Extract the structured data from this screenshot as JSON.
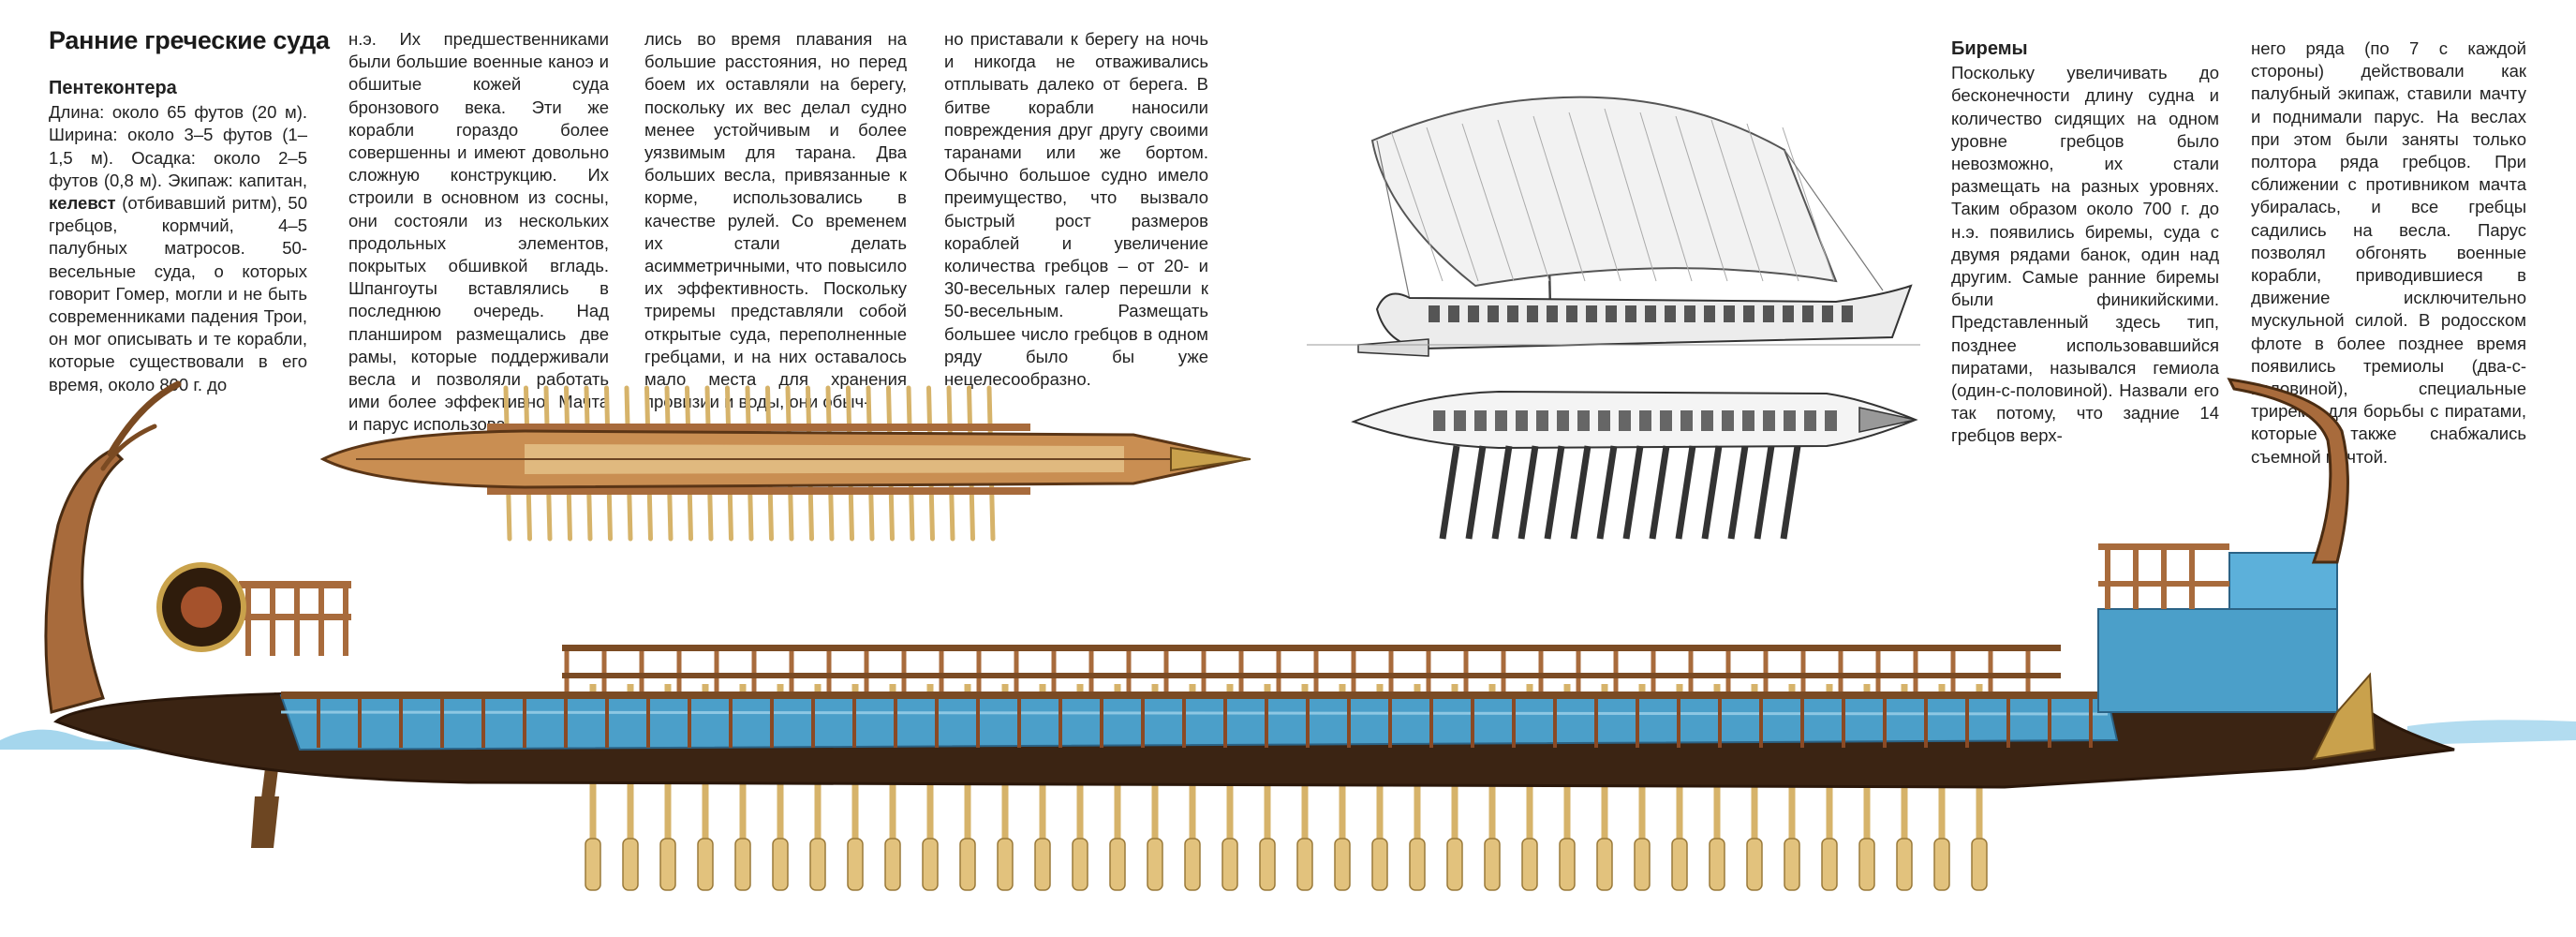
{
  "page": {
    "title": "Ранние греческие суда"
  },
  "columns": {
    "c1": {
      "heading": "Пентеконтера",
      "p1": "Длина: около 65 футов (20 м). Ширина: около 3–5 футов (1–1,5 м). Осадка: около 2–5 футов (0,8 м). Экипаж: капитан, ",
      "bold": "келевст",
      "p2": " (отбивавший ритм), 50 гребцов, кормчий, 4–5 палубных матросов. 50-весельные суда, о которых говорит Гомер, могли и не быть современниками падения Трои, он мог описывать и те корабли, которые существовали в его время, около 800 г. до"
    },
    "c2": {
      "text": "н.э. Их предшественниками были большие военные каноэ и обшитые кожей суда бронзового века. Эти же корабли гораздо более совершенны и имеют довольно сложную конструкцию. Их строили в основном из сосны, они состояли из нескольких продольных элементов, покрытых обшивкой вгладь. Шпангоуты вставлялись в последнюю очередь. Над планширом размещались две рамы, которые поддерживали весла и позволяли работать ими более эффективно. Мачта и парус использова-"
    },
    "c3": {
      "text": "лись во время плавания на большие расстояния, но перед боем их оставляли на берегу, поскольку их вес делал судно менее устойчивым и более уязвимым для тарана. Два больших весла, привязанные к корме, использовались в качестве рулей. Со временем их стали делать асимметричными, что повысило их эффективность. Поскольку триремы представляли собой открытые суда, переполненные гребцами, и на них оставалось мало места для хранения провизии и воды, они обыч-"
    },
    "c4": {
      "text": "но приставали к берегу на ночь и никогда не отваживались отплывать далеко от берега. В битве корабли наносили повреждения друг другу своими таранами или же бортом. Обычно большое судно имело преимущество, что вызвало быстрый рост размеров кораблей и увеличение количества гребцов – от 20- и 30-весельных галер перешли к 50-весельным. Размещать большее число гребцов в одном ряду было бы уже нецелесообразно."
    },
    "c5": {
      "heading": "Биремы",
      "text": "Поскольку увеличивать до бесконечности длину судна и количество сидящих на одном уровне гребцов было невозможно, их стали размещать на разных уровнях. Таким образом около 700 г. до н.э. появились биремы, суда с двумя рядами банок, один над другим. Самые ранние биремы были финикийскими. Представленный здесь тип, позднее использовавшийся пиратами, назывался гемиола (один-с-половиной). Назвали его так потому, что задние 14 гребцов верх-"
    },
    "c6": {
      "text": "него ряда (по 7 с каждой стороны) действовали как палубный экипаж, ставили мачту и поднимали парус. На веслах при этом были заняты только полтора ряда гребцов. При сближении с противником мачта убиралась, и все гребцы садились на весла. Парус позволял обгонять военные корабли, приводившиеся в движение исключительно мускульной силой. В родосском флоте в более позднее время появились тремиолы (два-с-половиной), специальные триремы для борьбы с пиратами, которые также снабжались съемной мачтой."
    }
  },
  "colors": {
    "hull_blue": "#4b9fc9",
    "wood": "#a86b3c",
    "oar": "#d6b36a",
    "water": "#7fc4e6"
  }
}
